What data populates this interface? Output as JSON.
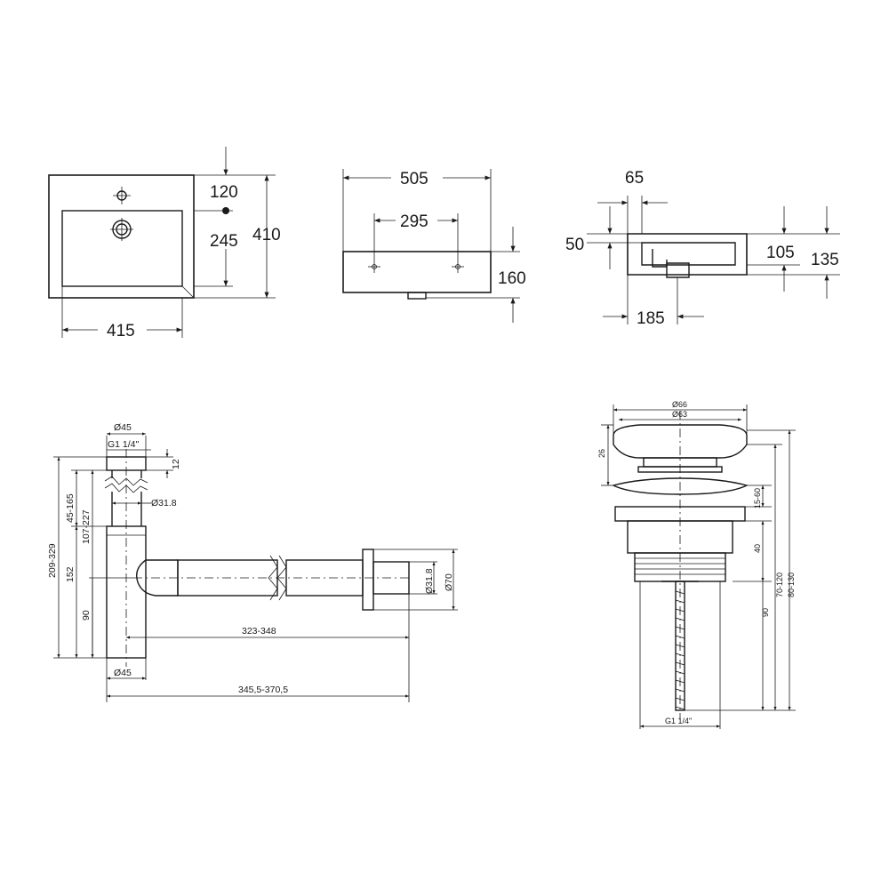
{
  "basin_top_view": {
    "width": "415",
    "height": "410",
    "tap_offset": "120",
    "drain_offset": "245"
  },
  "basin_front_view": {
    "width": "505",
    "mount_spacing": "295",
    "height": "160"
  },
  "basin_side_view": {
    "top_offset": "65",
    "rim_height": "50",
    "drain_offset": "185",
    "bowl_depth": "105",
    "total_depth": "135"
  },
  "bottle_trap": {
    "top_diameter": "Ø45",
    "thread": "G1 1/4\"",
    "cap_height": "12",
    "inlet_diameter": "Ø31.8",
    "adjust_range": "45-165",
    "body_height_range": "107-227",
    "total_height_range": "209-329",
    "body_height": "152",
    "outlet_height": "90",
    "bottom_diameter": "Ø45",
    "outlet_reach": "323-348",
    "total_reach": "345,5-370,5",
    "pipe_diameter": "Ø31.8",
    "flange_diameter": "Ø70"
  },
  "drain_valve": {
    "cap_diameter": "Ø66",
    "inner_diameter": "Ø63",
    "cap_height": "26",
    "clamp_range": "15-60",
    "body_height": "40",
    "length_short": "90",
    "length_mid": "70-120",
    "length_total": "80-130",
    "thread": "G1 1/4\""
  }
}
